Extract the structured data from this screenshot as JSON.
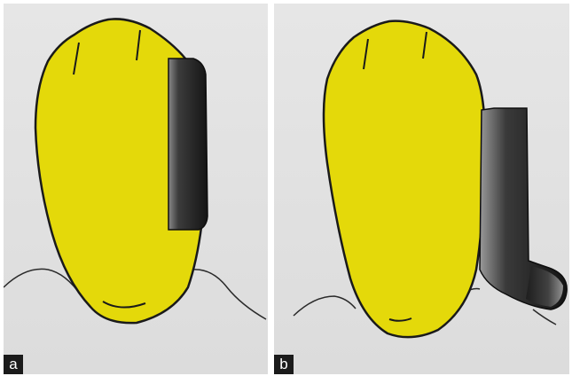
{
  "panels": [
    {
      "id": "a",
      "label": "a"
    },
    {
      "id": "b",
      "label": "b"
    }
  ],
  "colors": {
    "tooth_fill": "#e4d90a",
    "outline": "#1a1a1a",
    "panel_bg": "#e1e1e1",
    "separator": "#ffffff",
    "label_bg": "#1b1b1b",
    "label_text": "#ffffff"
  }
}
